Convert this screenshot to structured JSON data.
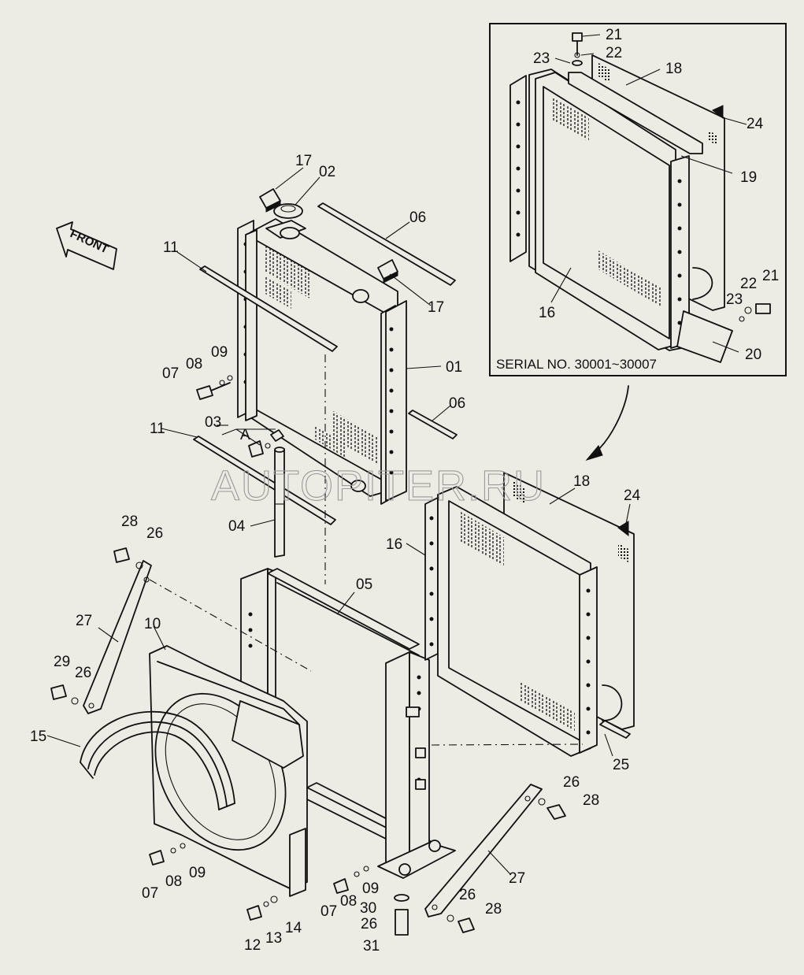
{
  "inset": {
    "serial_text": "SERIAL NO. 30001~30007"
  },
  "front_arrow": {
    "label": "FRONT"
  },
  "detail_marker": "A",
  "watermark": "AUTOPITER.RU",
  "callouts": {
    "c01": "01",
    "c02": "02",
    "c03": "03",
    "c04": "04",
    "c05": "05",
    "c06a": "06",
    "c06b": "06",
    "c07a": "07",
    "c07b": "07",
    "c07c": "07",
    "c08a": "08",
    "c08b": "08",
    "c08c": "08",
    "c09a": "09",
    "c09b": "09",
    "c09c": "09",
    "c10": "10",
    "c11a": "11",
    "c11b": "11",
    "c12": "12",
    "c13": "13",
    "c14": "14",
    "c15": "15",
    "c16a": "16",
    "c16b": "16",
    "c17a": "17",
    "c17b": "17",
    "c18a": "18",
    "c18b": "18",
    "c19": "19",
    "c20": "20",
    "c21a": "21",
    "c21b": "21",
    "c22a": "22",
    "c22b": "22",
    "c23a": "23",
    "c23b": "23",
    "c24a": "24",
    "c24b": "24",
    "c25": "25",
    "c26a": "26",
    "c26b": "26",
    "c26c": "26",
    "c26d": "26",
    "c26e": "26",
    "c27a": "27",
    "c27b": "27",
    "c28a": "28",
    "c28b": "28",
    "c28c": "28",
    "c29": "29",
    "c30": "30",
    "c31": "31"
  }
}
